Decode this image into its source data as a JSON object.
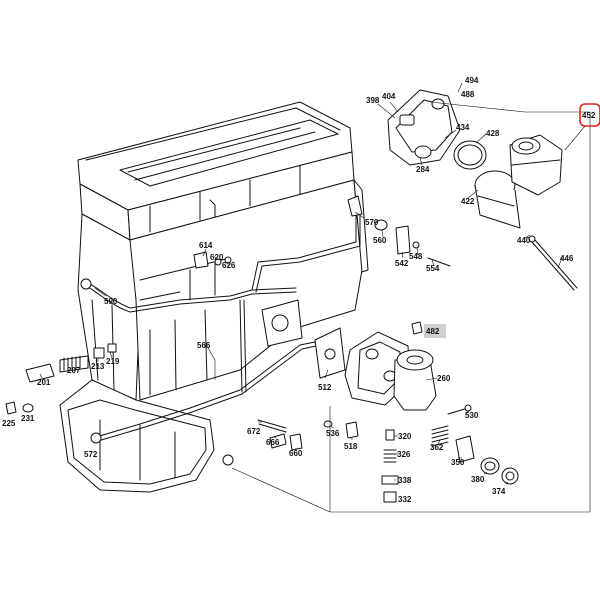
{
  "diagram": {
    "highlight_color": "#d9261c",
    "callout_bg": "#cfcfcf",
    "labels": {
      "n494": "494",
      "n488": "488",
      "n398": "398",
      "n404": "404",
      "n452": "452",
      "n434": "434",
      "n428": "428",
      "n284": "284",
      "n422": "422",
      "n440": "440",
      "n446": "446",
      "n570": "570",
      "n560": "560",
      "n542": "542",
      "n548": "548",
      "n554": "554",
      "n614": "614",
      "n620": "620",
      "n626": "626",
      "n590": "590",
      "n482": "482",
      "n566": "566",
      "n219": "219",
      "n207": "207",
      "n213": "213",
      "n201": "201",
      "n512": "512",
      "n260": "260",
      "n225": "225",
      "n231": "231",
      "n672": "672",
      "n530": "530",
      "n536": "536",
      "n518": "518",
      "n320": "320",
      "n362": "362",
      "n326": "326",
      "n350": "350",
      "n666": "666",
      "n660": "660",
      "n380": "380",
      "n572": "572",
      "n338": "338",
      "n374": "374",
      "n332": "332"
    }
  }
}
